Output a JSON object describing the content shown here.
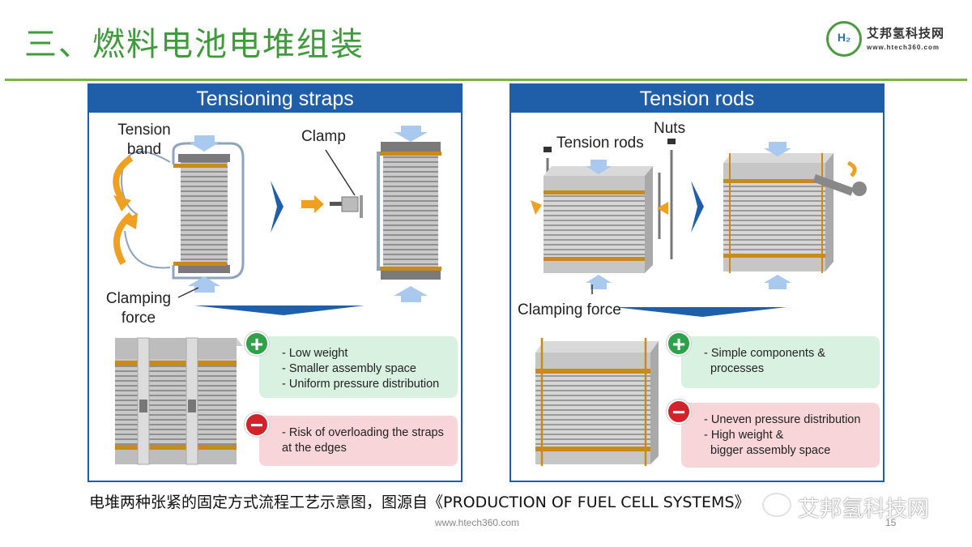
{
  "header": {
    "title": "三、燃料电池电堆组装",
    "logo": {
      "symbol": "H₂",
      "name": "艾邦氢科技网",
      "url": "www.htech360.com"
    }
  },
  "left_panel": {
    "heading": "Tensioning straps",
    "labels": {
      "tension_band": "Tension band",
      "clamp": "Clamp",
      "clamping_force": "Clamping force"
    },
    "pros": [
      "- Low weight",
      "- Smaller assembly space",
      "- Uniform pressure distribution"
    ],
    "cons": [
      "- Risk of overloading the straps",
      "at the edges"
    ]
  },
  "right_panel": {
    "heading": "Tension rods",
    "labels": {
      "tension_rods": "Tension rods",
      "nuts": "Nuts",
      "clamping_force": "Clamping force"
    },
    "pros": [
      "- Simple components &",
      "processes"
    ],
    "cons": [
      "- Uneven pressure distribution",
      "- High weight &",
      "bigger assembly space"
    ]
  },
  "caption": "电堆两种张紧的固定方式流程工艺示意图，图源自《PRODUCTION OF FUEL CELL SYSTEMS》",
  "footer": {
    "url": "www.htech360.com",
    "page": "15"
  },
  "watermark": "艾邦氢科技网",
  "colors": {
    "accent_green": "#3f9a3b",
    "panel_blue": "#1f5ea9",
    "arrow_orange": "#f0a020",
    "pro_bg": "#d9f1e0",
    "con_bg": "#f7d5d8"
  }
}
